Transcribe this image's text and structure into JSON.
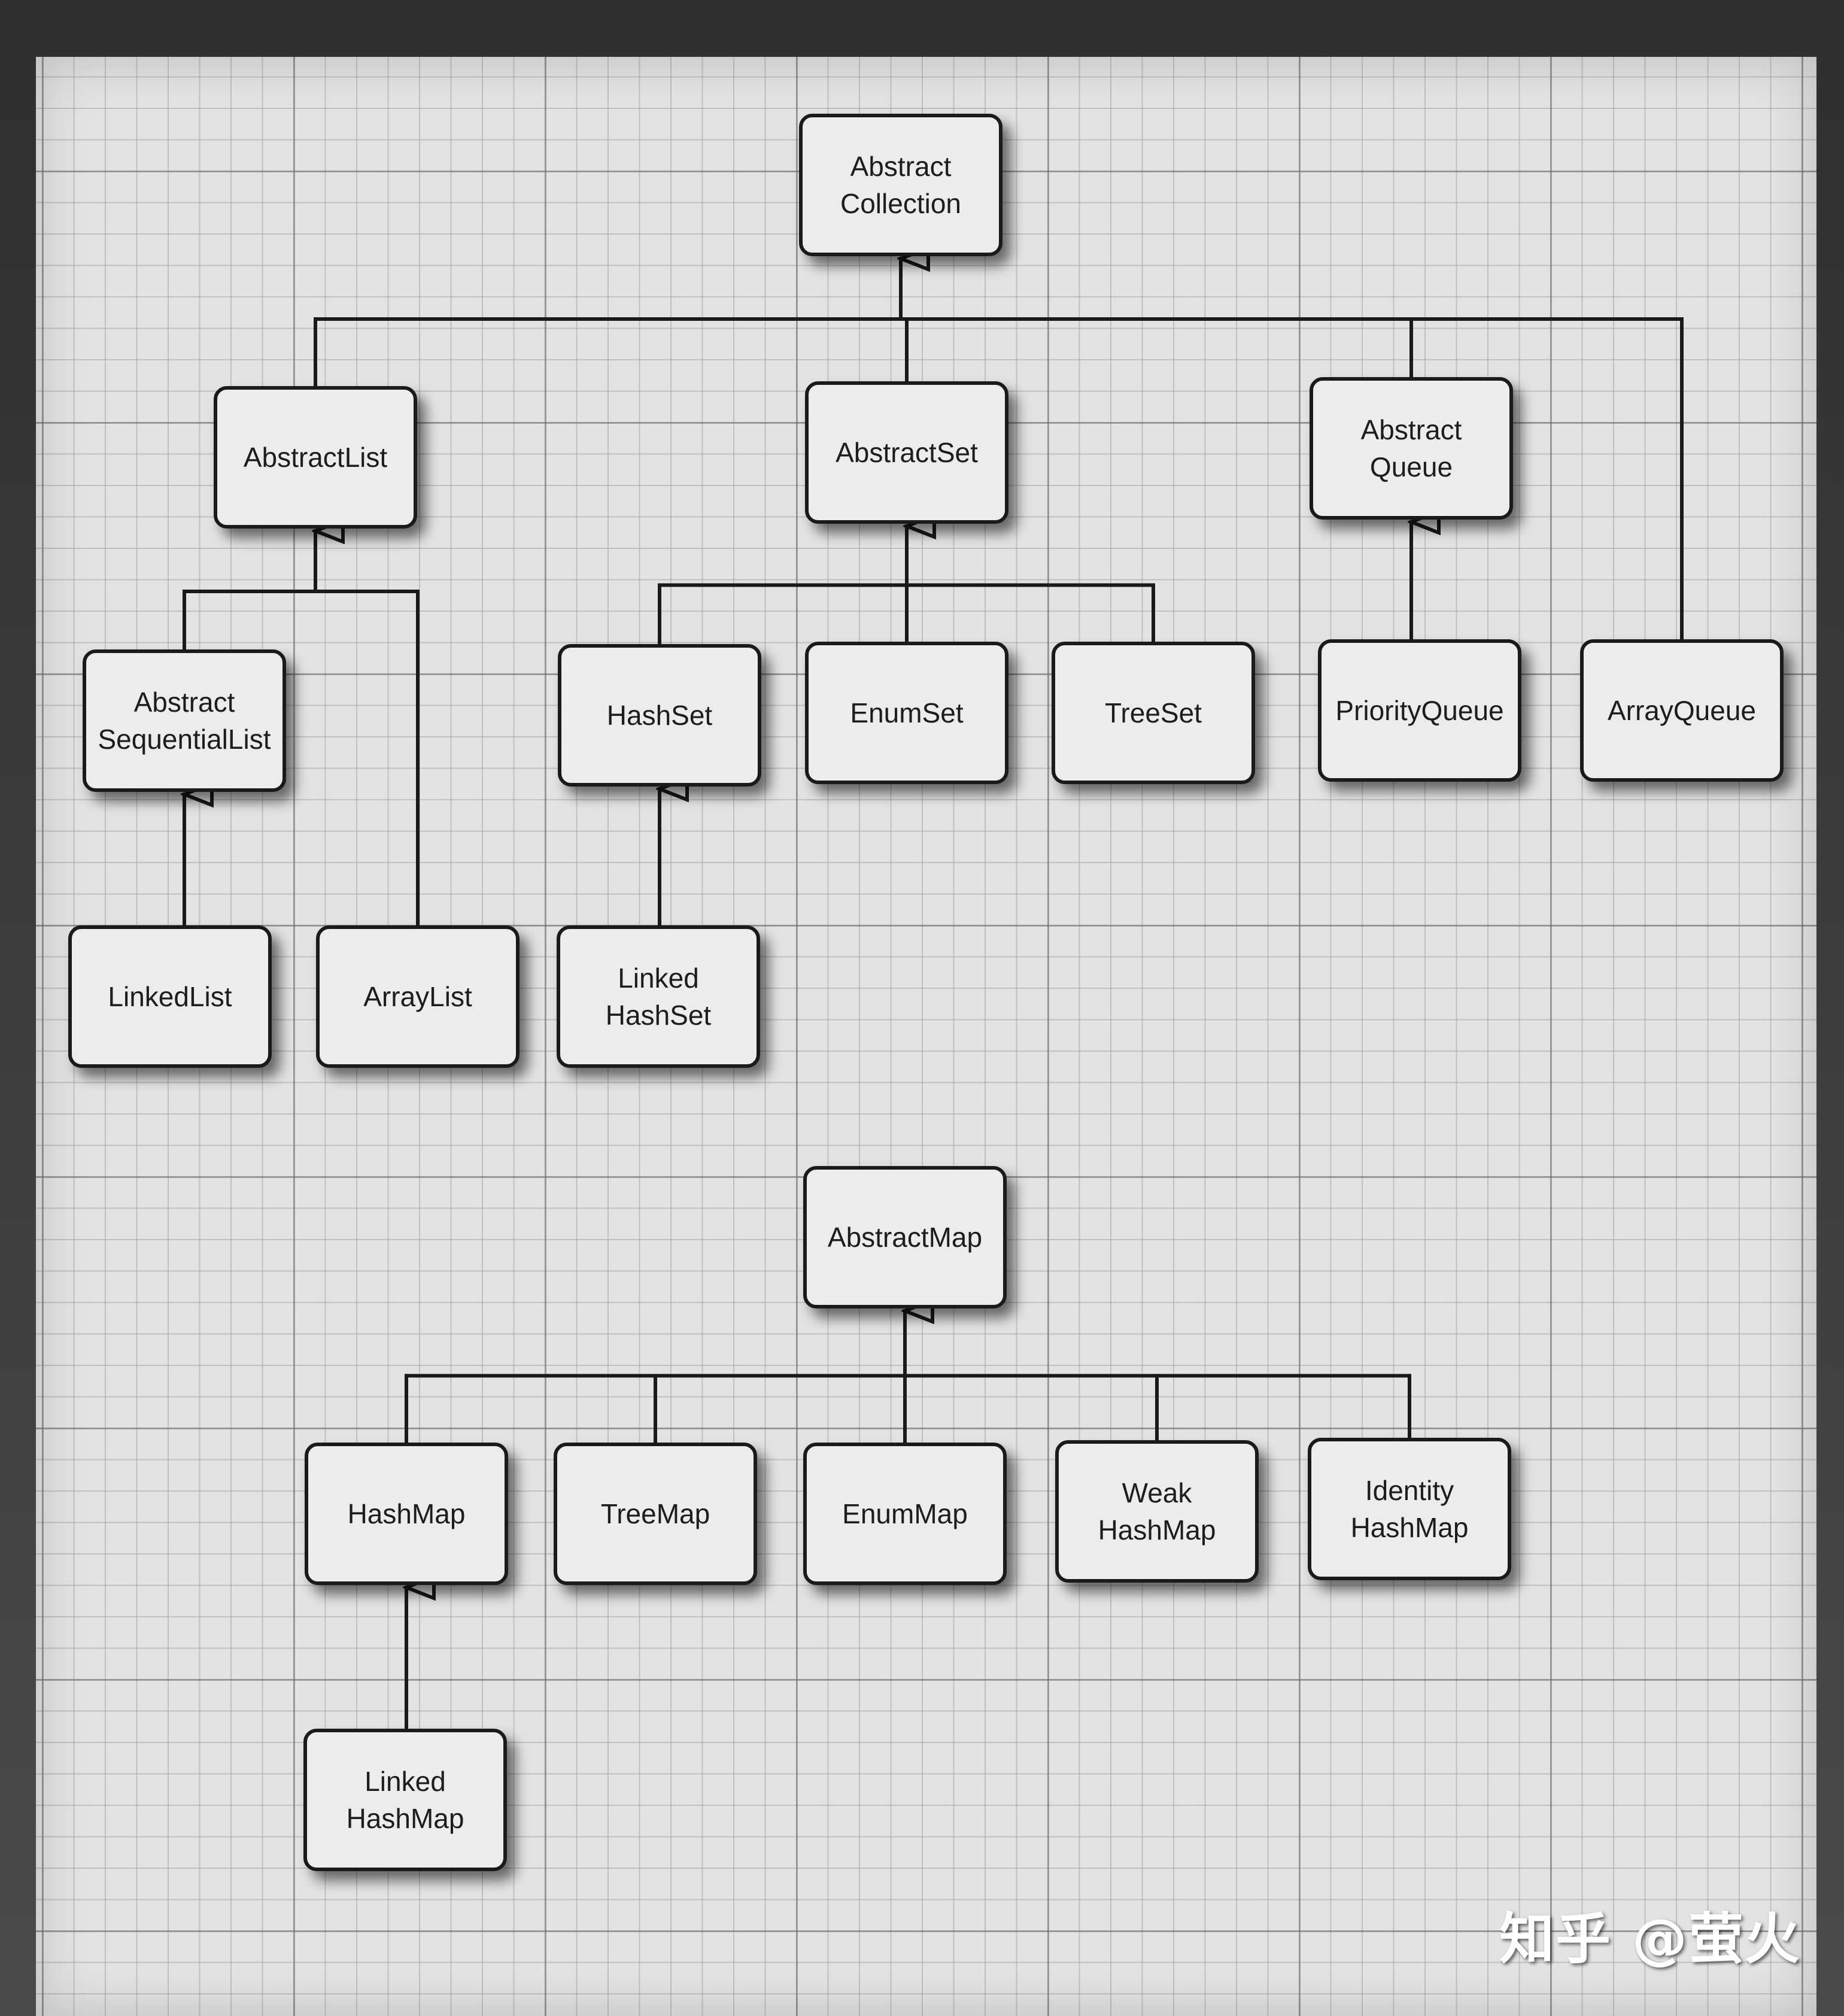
{
  "nodes": {
    "abstract_collection": "Abstract\nCollection",
    "abstract_list": "AbstractList",
    "abstract_set": "AbstractSet",
    "abstract_queue": "Abstract\nQueue",
    "abstract_sequential_list": "Abstract\nSequentialList",
    "hash_set": "HashSet",
    "enum_set": "EnumSet",
    "tree_set": "TreeSet",
    "priority_queue": "PriorityQueue",
    "array_queue": "ArrayQueue",
    "linked_list": "LinkedList",
    "array_list": "ArrayList",
    "linked_hash_set": "Linked\nHashSet",
    "abstract_map": "AbstractMap",
    "hash_map": "HashMap",
    "tree_map": "TreeMap",
    "enum_map": "EnumMap",
    "weak_hash_map": "Weak\nHashMap",
    "identity_hash_map": "Identity\nHashMap",
    "linked_hash_map": "Linked\nHashMap"
  },
  "edges": [
    {
      "child": "abstract_list",
      "parent": "abstract_collection"
    },
    {
      "child": "abstract_set",
      "parent": "abstract_collection"
    },
    {
      "child": "abstract_queue",
      "parent": "abstract_collection"
    },
    {
      "child": "array_queue",
      "parent": "abstract_collection"
    },
    {
      "child": "abstract_sequential_list",
      "parent": "abstract_list"
    },
    {
      "child": "array_list",
      "parent": "abstract_list"
    },
    {
      "child": "linked_list",
      "parent": "abstract_sequential_list"
    },
    {
      "child": "hash_set",
      "parent": "abstract_set"
    },
    {
      "child": "enum_set",
      "parent": "abstract_set"
    },
    {
      "child": "tree_set",
      "parent": "abstract_set"
    },
    {
      "child": "linked_hash_set",
      "parent": "hash_set"
    },
    {
      "child": "priority_queue",
      "parent": "abstract_queue"
    },
    {
      "child": "hash_map",
      "parent": "abstract_map"
    },
    {
      "child": "tree_map",
      "parent": "abstract_map"
    },
    {
      "child": "enum_map",
      "parent": "abstract_map"
    },
    {
      "child": "weak_hash_map",
      "parent": "abstract_map"
    },
    {
      "child": "identity_hash_map",
      "parent": "abstract_map"
    },
    {
      "child": "linked_hash_map",
      "parent": "hash_map"
    }
  ],
  "watermark": "知乎 @萤火"
}
